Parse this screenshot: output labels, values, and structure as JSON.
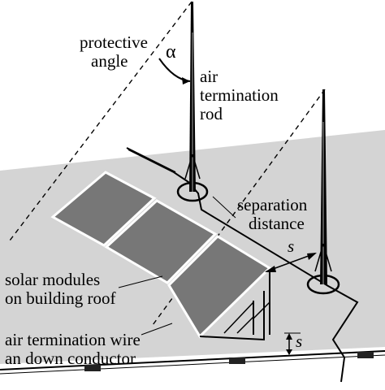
{
  "labels": {
    "protective_angle": [
      "protective",
      "angle"
    ],
    "alpha": "α",
    "air_termination_rod": [
      "air",
      "termination",
      "rod"
    ],
    "separation_distance": [
      "separation",
      "distance"
    ],
    "s_upper": "s",
    "s_lower": "s",
    "solar_modules": [
      "solar modules",
      "on building roof"
    ],
    "wire_conductor": [
      "air termination wire",
      "an down conductor"
    ]
  },
  "colors": {
    "roof": "#d4d4d4",
    "panel": "#777777",
    "line": "#000000",
    "background": "#ffffff"
  }
}
